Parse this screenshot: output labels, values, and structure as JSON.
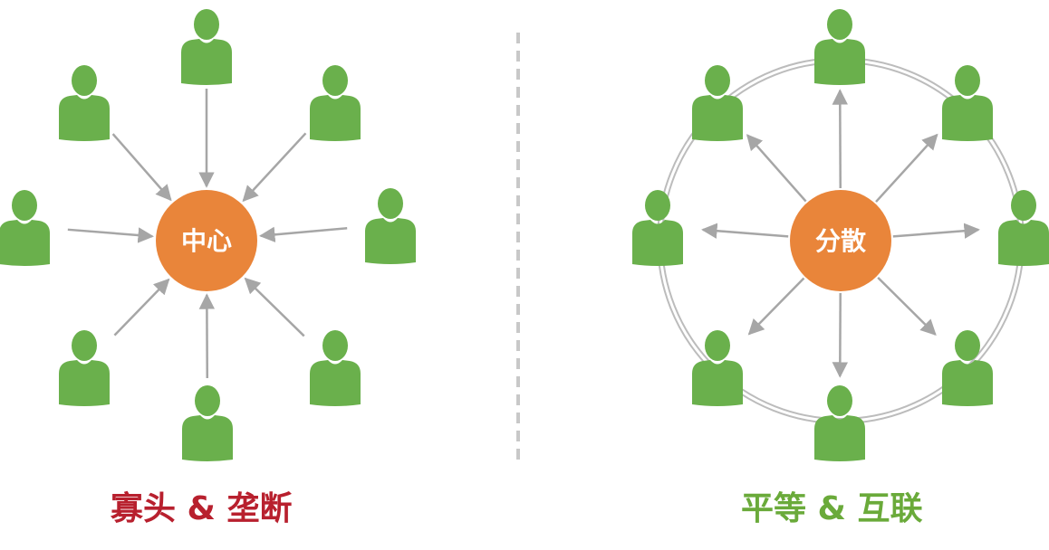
{
  "left_diagram": {
    "center_label": "中心",
    "caption": "寡头 & 垄断",
    "caption_color": "#b8202e"
  },
  "right_diagram": {
    "center_label": "分散",
    "caption": "平等 & 互联",
    "caption_color": "#6aaa3a"
  },
  "colors": {
    "person": "#6ab04c",
    "hub": "#e9853a",
    "arrow": "#a6a6a6",
    "divider": "#c8c8c8",
    "ring": "#bcbcbc"
  },
  "icons": {
    "person": "user-icon"
  }
}
